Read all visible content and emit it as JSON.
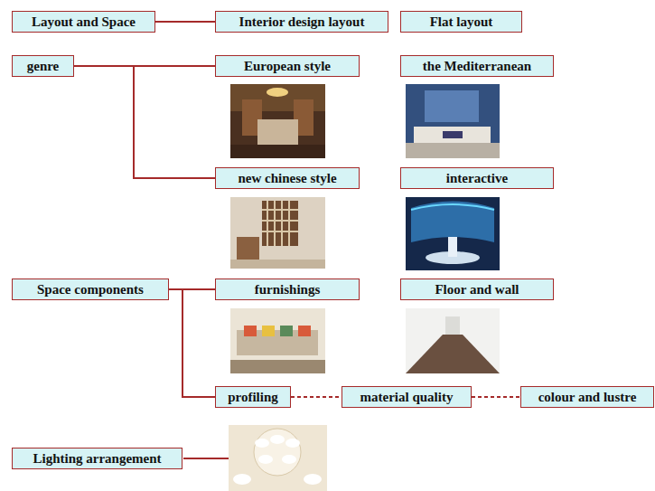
{
  "diagram": {
    "nodes": [
      {
        "text": [
          "Layout and Space"
        ]
      },
      {
        "text": [
          "Interior design layout"
        ]
      },
      {
        "text": [
          "Flat layout"
        ]
      },
      {
        "text": [
          "genre"
        ]
      },
      {
        "text": [
          "European style"
        ]
      },
      {
        "text": [
          "the Mediterranean"
        ]
      },
      {
        "text": [
          "new chinese style"
        ]
      },
      {
        "text": [
          "interactive"
        ]
      },
      {
        "text": [
          "Space components"
        ]
      },
      {
        "text": [
          "furnishings"
        ]
      },
      {
        "text": [
          "Floor and wall"
        ]
      },
      {
        "text": [
          "profiling"
        ]
      },
      {
        "text": [
          "material quality"
        ]
      },
      {
        "text": [
          "colour and lustre"
        ]
      },
      {
        "text": [
          "Lighting arrangement"
        ]
      }
    ],
    "edges": [
      {
        "from": 0,
        "to": 1,
        "arrow": "none"
      },
      {
        "from": 3,
        "to": 4,
        "arrow": "none"
      },
      {
        "from": 3,
        "to": 6,
        "arrow": "none"
      },
      {
        "from": 8,
        "to": 9,
        "arrow": "none"
      },
      {
        "from": 8,
        "to": 11,
        "arrow": "none"
      },
      {
        "from": 11,
        "to": 12,
        "arrow": "none"
      },
      {
        "from": 12,
        "to": 13,
        "arrow": "none"
      }
    ]
  }
}
